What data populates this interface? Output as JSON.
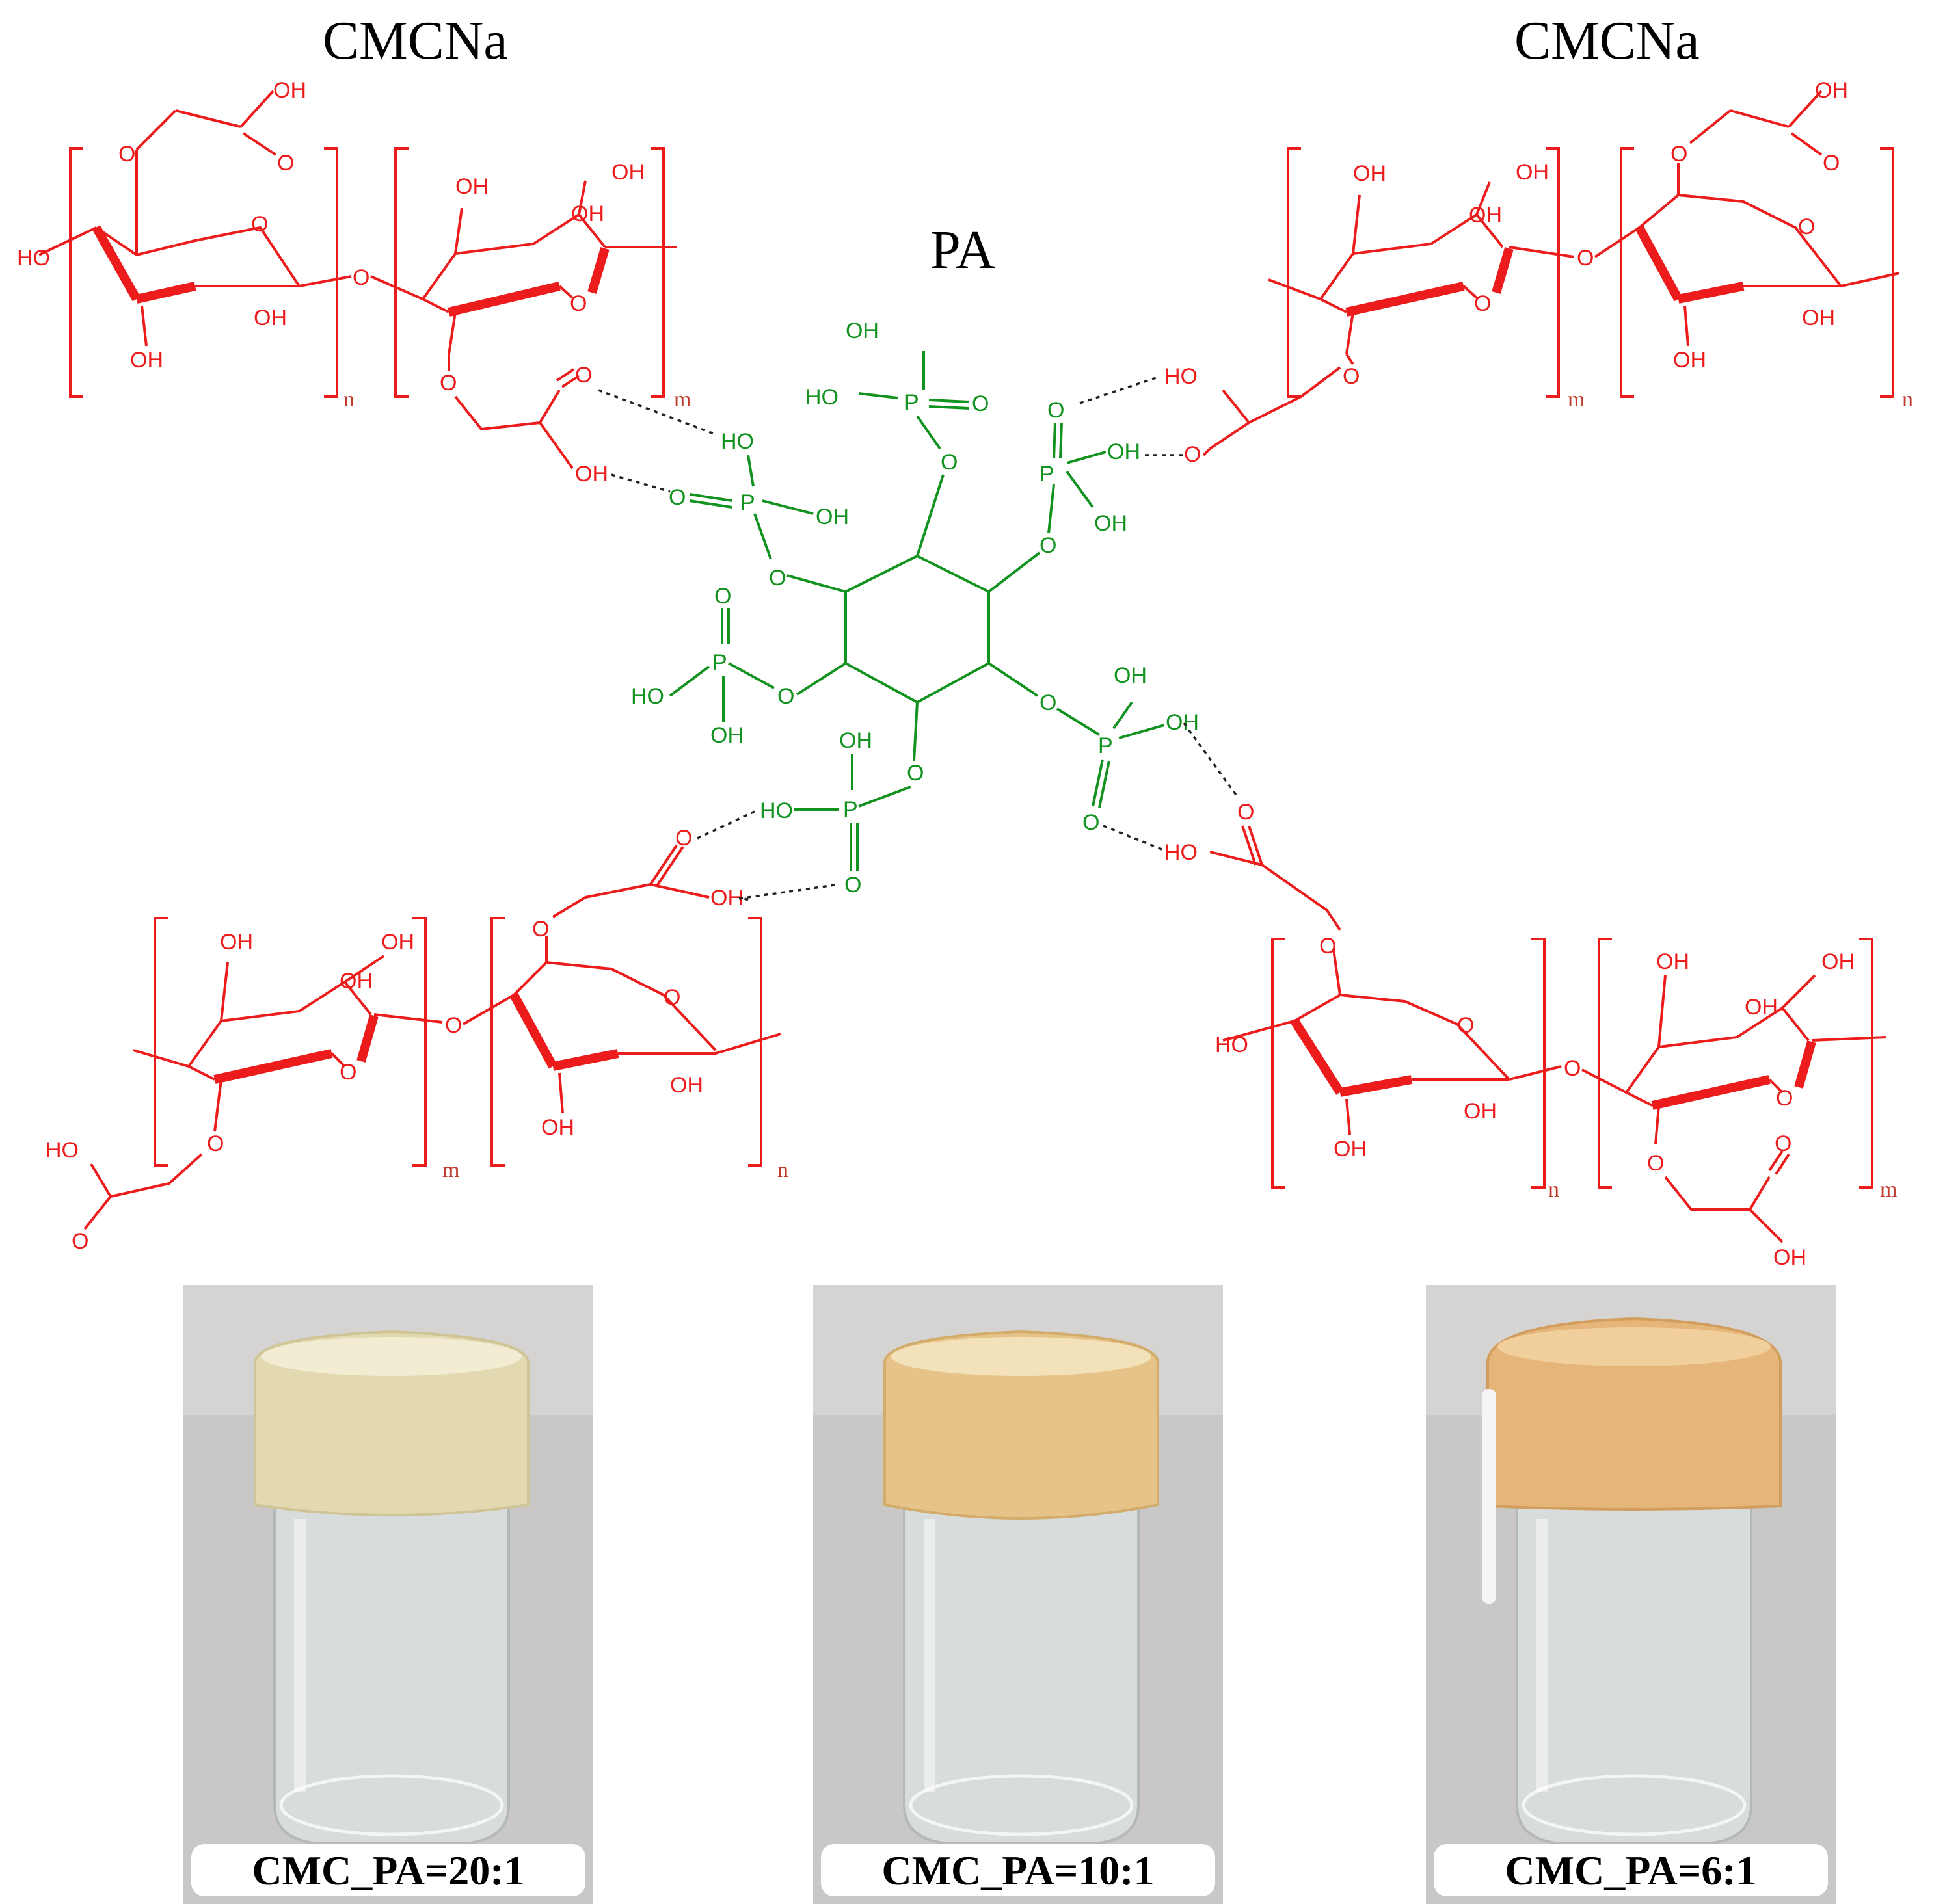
{
  "labels": {
    "cmc_left": "CMCNa",
    "cmc_right": "CMCNa",
    "pa": "PA",
    "sub_n": "n",
    "sub_m": "m"
  },
  "atoms": {
    "oh": "OH",
    "ho": "HO",
    "o": "O",
    "p": "P"
  },
  "photos": [
    {
      "caption": "CMC_PA=20:1"
    },
    {
      "caption": "CMC_PA=10:1"
    },
    {
      "caption": "CMC_PA=6:1"
    }
  ],
  "colors": {
    "cmc": "#ec1c1c",
    "pa": "#12921f",
    "hbond": "#222222",
    "photo_bg": "#c9c8c6",
    "gel_20_1": "#e2d9b0",
    "gel_10_1": "#e6c489",
    "gel_6_1": "#e6b57a"
  }
}
